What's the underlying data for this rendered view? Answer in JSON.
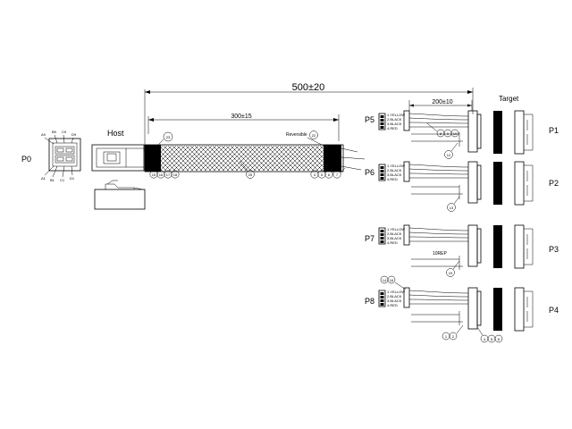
{
  "dimensions": {
    "overall": "500±20",
    "braid": "300±15",
    "branch": "200±10"
  },
  "labels": {
    "host": "Host",
    "target": "Target",
    "p0": "P0",
    "reversible": "Reversible",
    "oxdrep": "10REP"
  },
  "pins": {
    "a9": "A9",
    "b9": "B9",
    "c9": "C9",
    "d9": "D9",
    "a1": "A1",
    "b1": "B1",
    "c1": "C1",
    "d1": "D1"
  },
  "ports": [
    {
      "plug": "P5",
      "target": "P1"
    },
    {
      "plug": "P6",
      "target": "P2"
    },
    {
      "plug": "P7",
      "target": "P3"
    },
    {
      "plug": "P8",
      "target": "P4"
    }
  ],
  "wires": [
    "1.YELLOW",
    "2.BLACK",
    "3.BLACK",
    "4.RED"
  ],
  "callouts": {
    "host_top": "23",
    "host_bottom": [
      "15",
      "16",
      "17",
      "18"
    ],
    "braid_mid": "25",
    "reversible_num": "22",
    "braid_end": [
      "4",
      "5",
      "6",
      "7"
    ],
    "p5_branch": [
      "8",
      "9",
      "10"
    ],
    "p5_clip": "12",
    "p6_clip": "13",
    "p7_clip": "19",
    "p8_top": [
      "14",
      "16"
    ],
    "p8_low1": [
      "1",
      "2"
    ],
    "p8_low2": [
      "4",
      "5",
      "6"
    ]
  },
  "colors": {
    "line": "#000000",
    "background": "#ffffff"
  }
}
